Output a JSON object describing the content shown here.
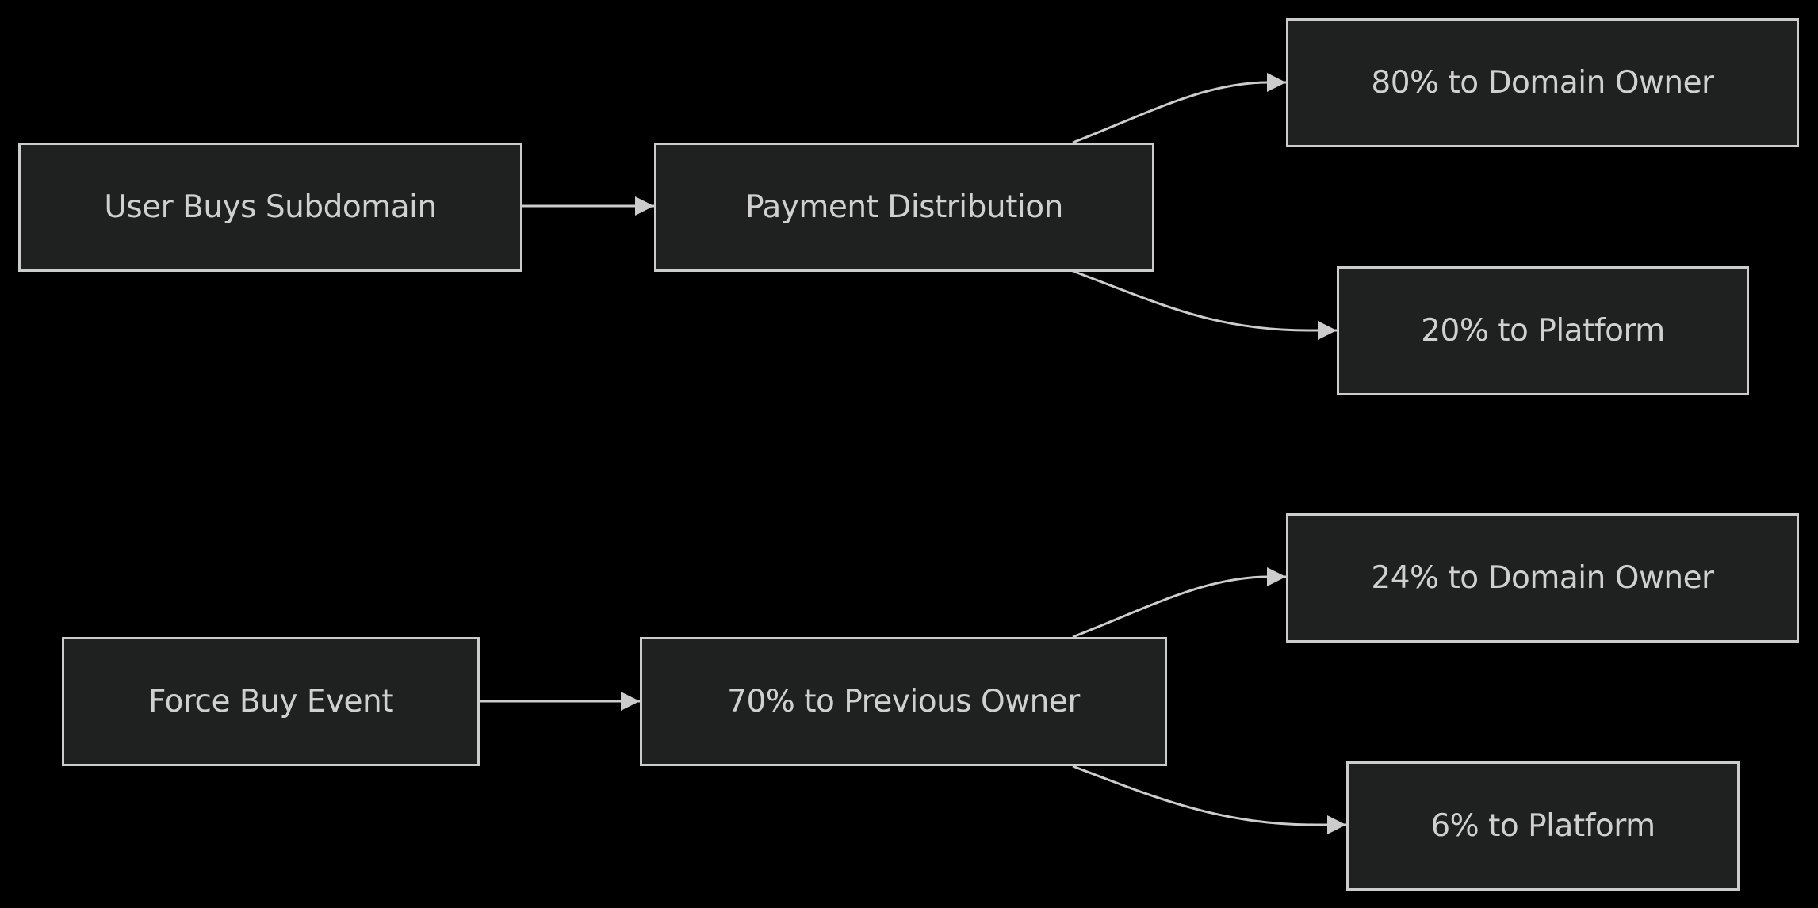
{
  "colors": {
    "background": "#000000",
    "node_fill": "#1f2020",
    "node_stroke": "#cccccc",
    "text": "#d0d0d0"
  },
  "nodes": {
    "user_buys": "User Buys Subdomain",
    "payment_distribution": "Payment Distribution",
    "domain_owner_80": "80% to Domain Owner",
    "platform_20": "20% to Platform",
    "force_buy": "Force Buy Event",
    "previous_owner_70": "70% to Previous Owner",
    "domain_owner_24": "24% to Domain Owner",
    "platform_6": "6% to Platform"
  },
  "edges": [
    {
      "from": "user_buys",
      "to": "payment_distribution"
    },
    {
      "from": "payment_distribution",
      "to": "domain_owner_80"
    },
    {
      "from": "payment_distribution",
      "to": "platform_20"
    },
    {
      "from": "force_buy",
      "to": "previous_owner_70"
    },
    {
      "from": "previous_owner_70",
      "to": "domain_owner_24"
    },
    {
      "from": "previous_owner_70",
      "to": "platform_6"
    }
  ]
}
